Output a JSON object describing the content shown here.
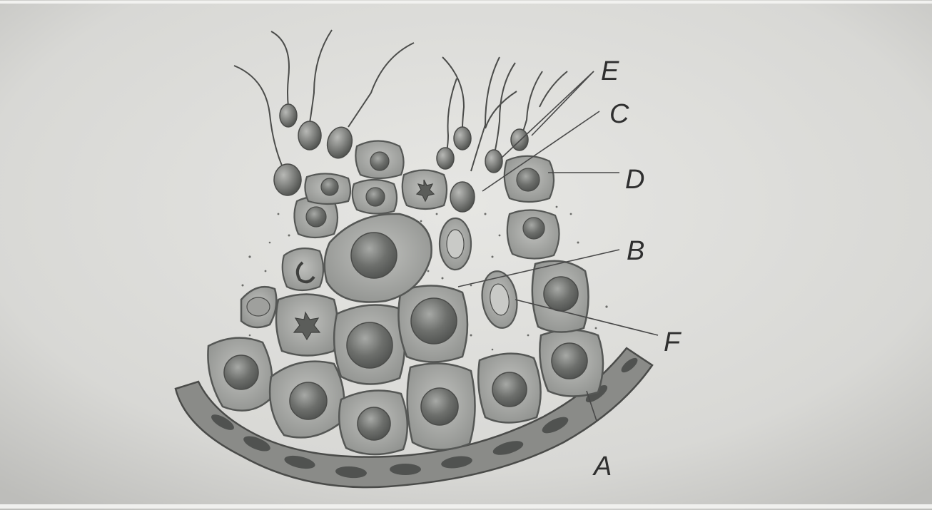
{
  "diagram": {
    "labels": {
      "A": "A",
      "B": "B",
      "C": "C",
      "D": "D",
      "E": "E",
      "F": "F"
    },
    "colors": {
      "paper": "#d9d9d6",
      "cell_fill": "#a9aaa7",
      "cell_outline": "#555755",
      "nucleus": "#6e706d",
      "line": "#494949",
      "text": "#2f2f2f"
    }
  }
}
